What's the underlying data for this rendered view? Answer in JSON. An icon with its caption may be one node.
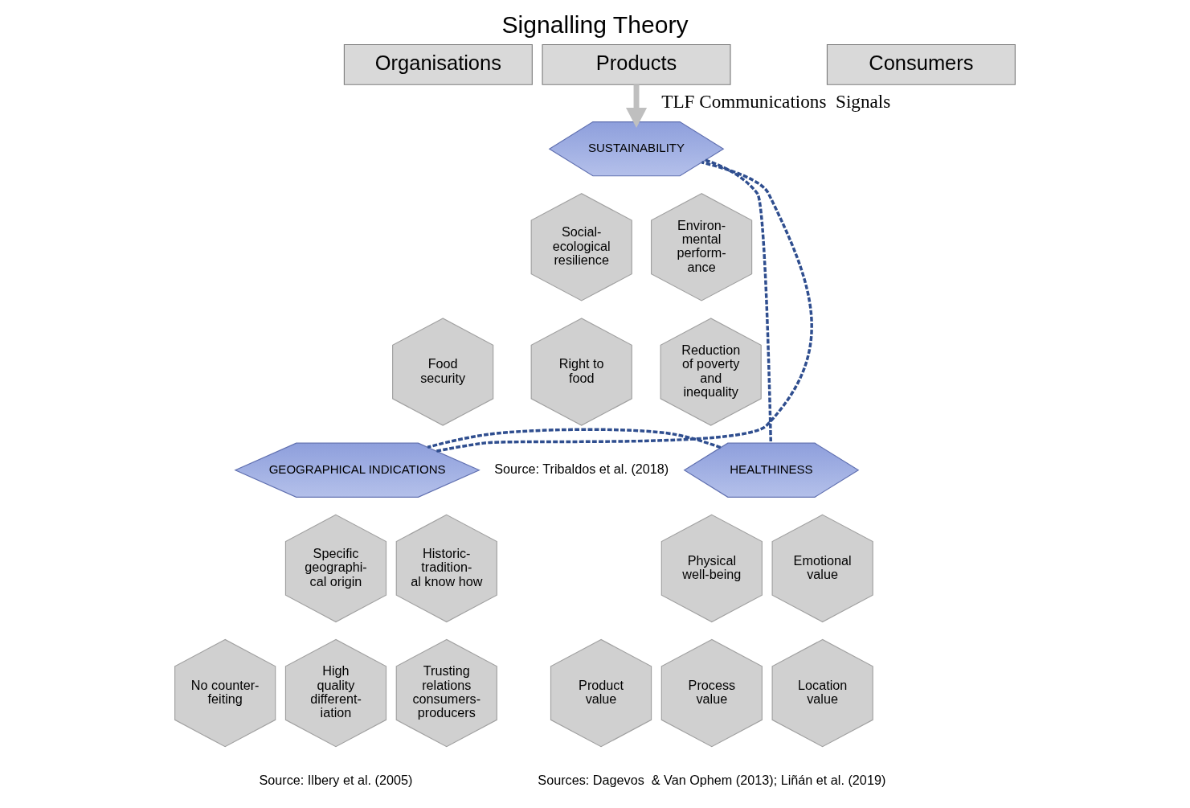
{
  "diagram": {
    "title": "Signalling Theory",
    "nodes": [
      {
        "text": [
          "Organisations"
        ]
      },
      {
        "text": [
          "Products"
        ]
      },
      {
        "text": [
          "Consumers"
        ]
      },
      {
        "text": [
          "SUSTAINABILITY"
        ]
      },
      {
        "text": [
          "Social- ecological resilience"
        ]
      },
      {
        "text": [
          "Environ- mental perform- ance"
        ]
      },
      {
        "text": [
          "Food security"
        ]
      },
      {
        "text": [
          "Right to food"
        ]
      },
      {
        "text": [
          "Reduction of poverty and inequality"
        ]
      },
      {
        "text": [
          "GEOGRAPHICAL INDICATIONS"
        ]
      },
      {
        "text": [
          "Specific geographi- cal origin"
        ]
      },
      {
        "text": [
          "Historic- tradition- al know how"
        ]
      },
      {
        "text": [
          "No counter- feiting"
        ]
      },
      {
        "text": [
          "High quality different- iation"
        ]
      },
      {
        "text": [
          "Trusting relations consumers- producers"
        ]
      },
      {
        "text": [
          "HEALTHINESS"
        ]
      },
      {
        "text": [
          "Physical well-being"
        ]
      },
      {
        "text": [
          "Emotional value"
        ]
      },
      {
        "text": [
          "Product value"
        ]
      },
      {
        "text": [
          "Process value"
        ]
      },
      {
        "text": [
          "Location value"
        ]
      }
    ],
    "edges": [
      {
        "from": 1,
        "to": 3,
        "arrow": "to",
        "label": "TLF Communications  Signals",
        "style": "thick",
        "color": "#bfbfbf"
      },
      {
        "from": 3,
        "to": 15,
        "arrow": "none",
        "style": "dashed"
      },
      {
        "from": 15,
        "to": 9,
        "arrow": "none",
        "style": "dashed"
      },
      {
        "from": 9,
        "to": 3,
        "arrow": "none",
        "style": "dashed"
      }
    ],
    "labels": [
      "Source: Tribaldos et al. (2018)",
      "Source: Ilbery et al. (2005)",
      "Sources: Dagevos  & Van Ophem (2013); Liñán et al. (2019)"
    ]
  }
}
